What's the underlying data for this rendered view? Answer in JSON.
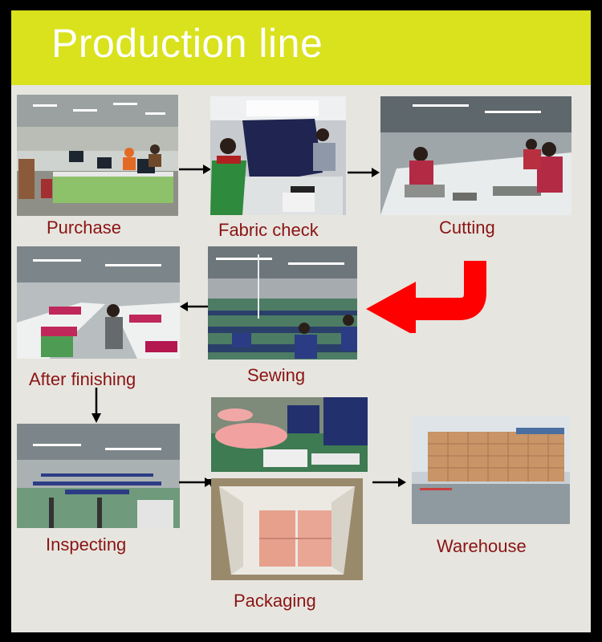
{
  "title": "Production line",
  "colors": {
    "banner": "#d9e21c",
    "background": "#e7e5df",
    "label": "#8a1414",
    "flow_arrow": "#ff0000"
  },
  "steps": [
    {
      "id": "purchase",
      "label": "Purchase"
    },
    {
      "id": "fabric_check",
      "label": "Fabric check"
    },
    {
      "id": "cutting",
      "label": "Cutting"
    },
    {
      "id": "sewing",
      "label": "Sewing"
    },
    {
      "id": "after_finishing",
      "label": "After finishing"
    },
    {
      "id": "inspecting",
      "label": "Inspecting"
    },
    {
      "id": "packaging",
      "label": "Packaging"
    },
    {
      "id": "warehouse",
      "label": "Warehouse"
    }
  ]
}
